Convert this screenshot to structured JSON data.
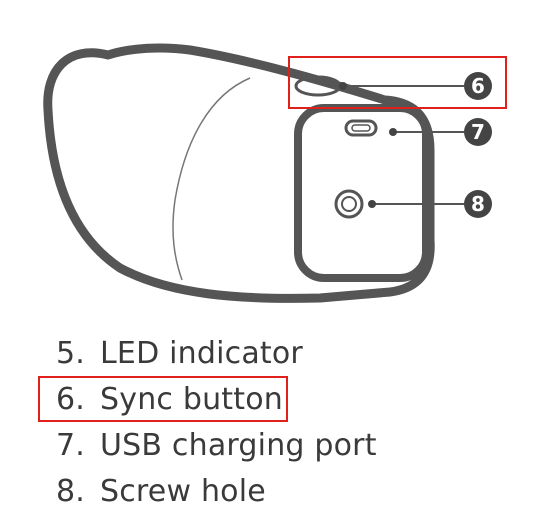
{
  "callouts": [
    {
      "number": "6",
      "highlighted": true
    },
    {
      "number": "7",
      "highlighted": false
    },
    {
      "number": "8",
      "highlighted": false
    }
  ],
  "legend": [
    {
      "number": "5.",
      "label": "LED indicator",
      "highlighted": false
    },
    {
      "number": "6.",
      "label": "Sync button",
      "highlighted": true
    },
    {
      "number": "7.",
      "label": "USB charging port",
      "highlighted": false
    },
    {
      "number": "8.",
      "label": "Screw hole",
      "highlighted": false
    }
  ],
  "colors": {
    "outline": "#555555",
    "callout_fill": "#444444",
    "highlight": "#e0201b",
    "text": "#3a3a3a"
  }
}
